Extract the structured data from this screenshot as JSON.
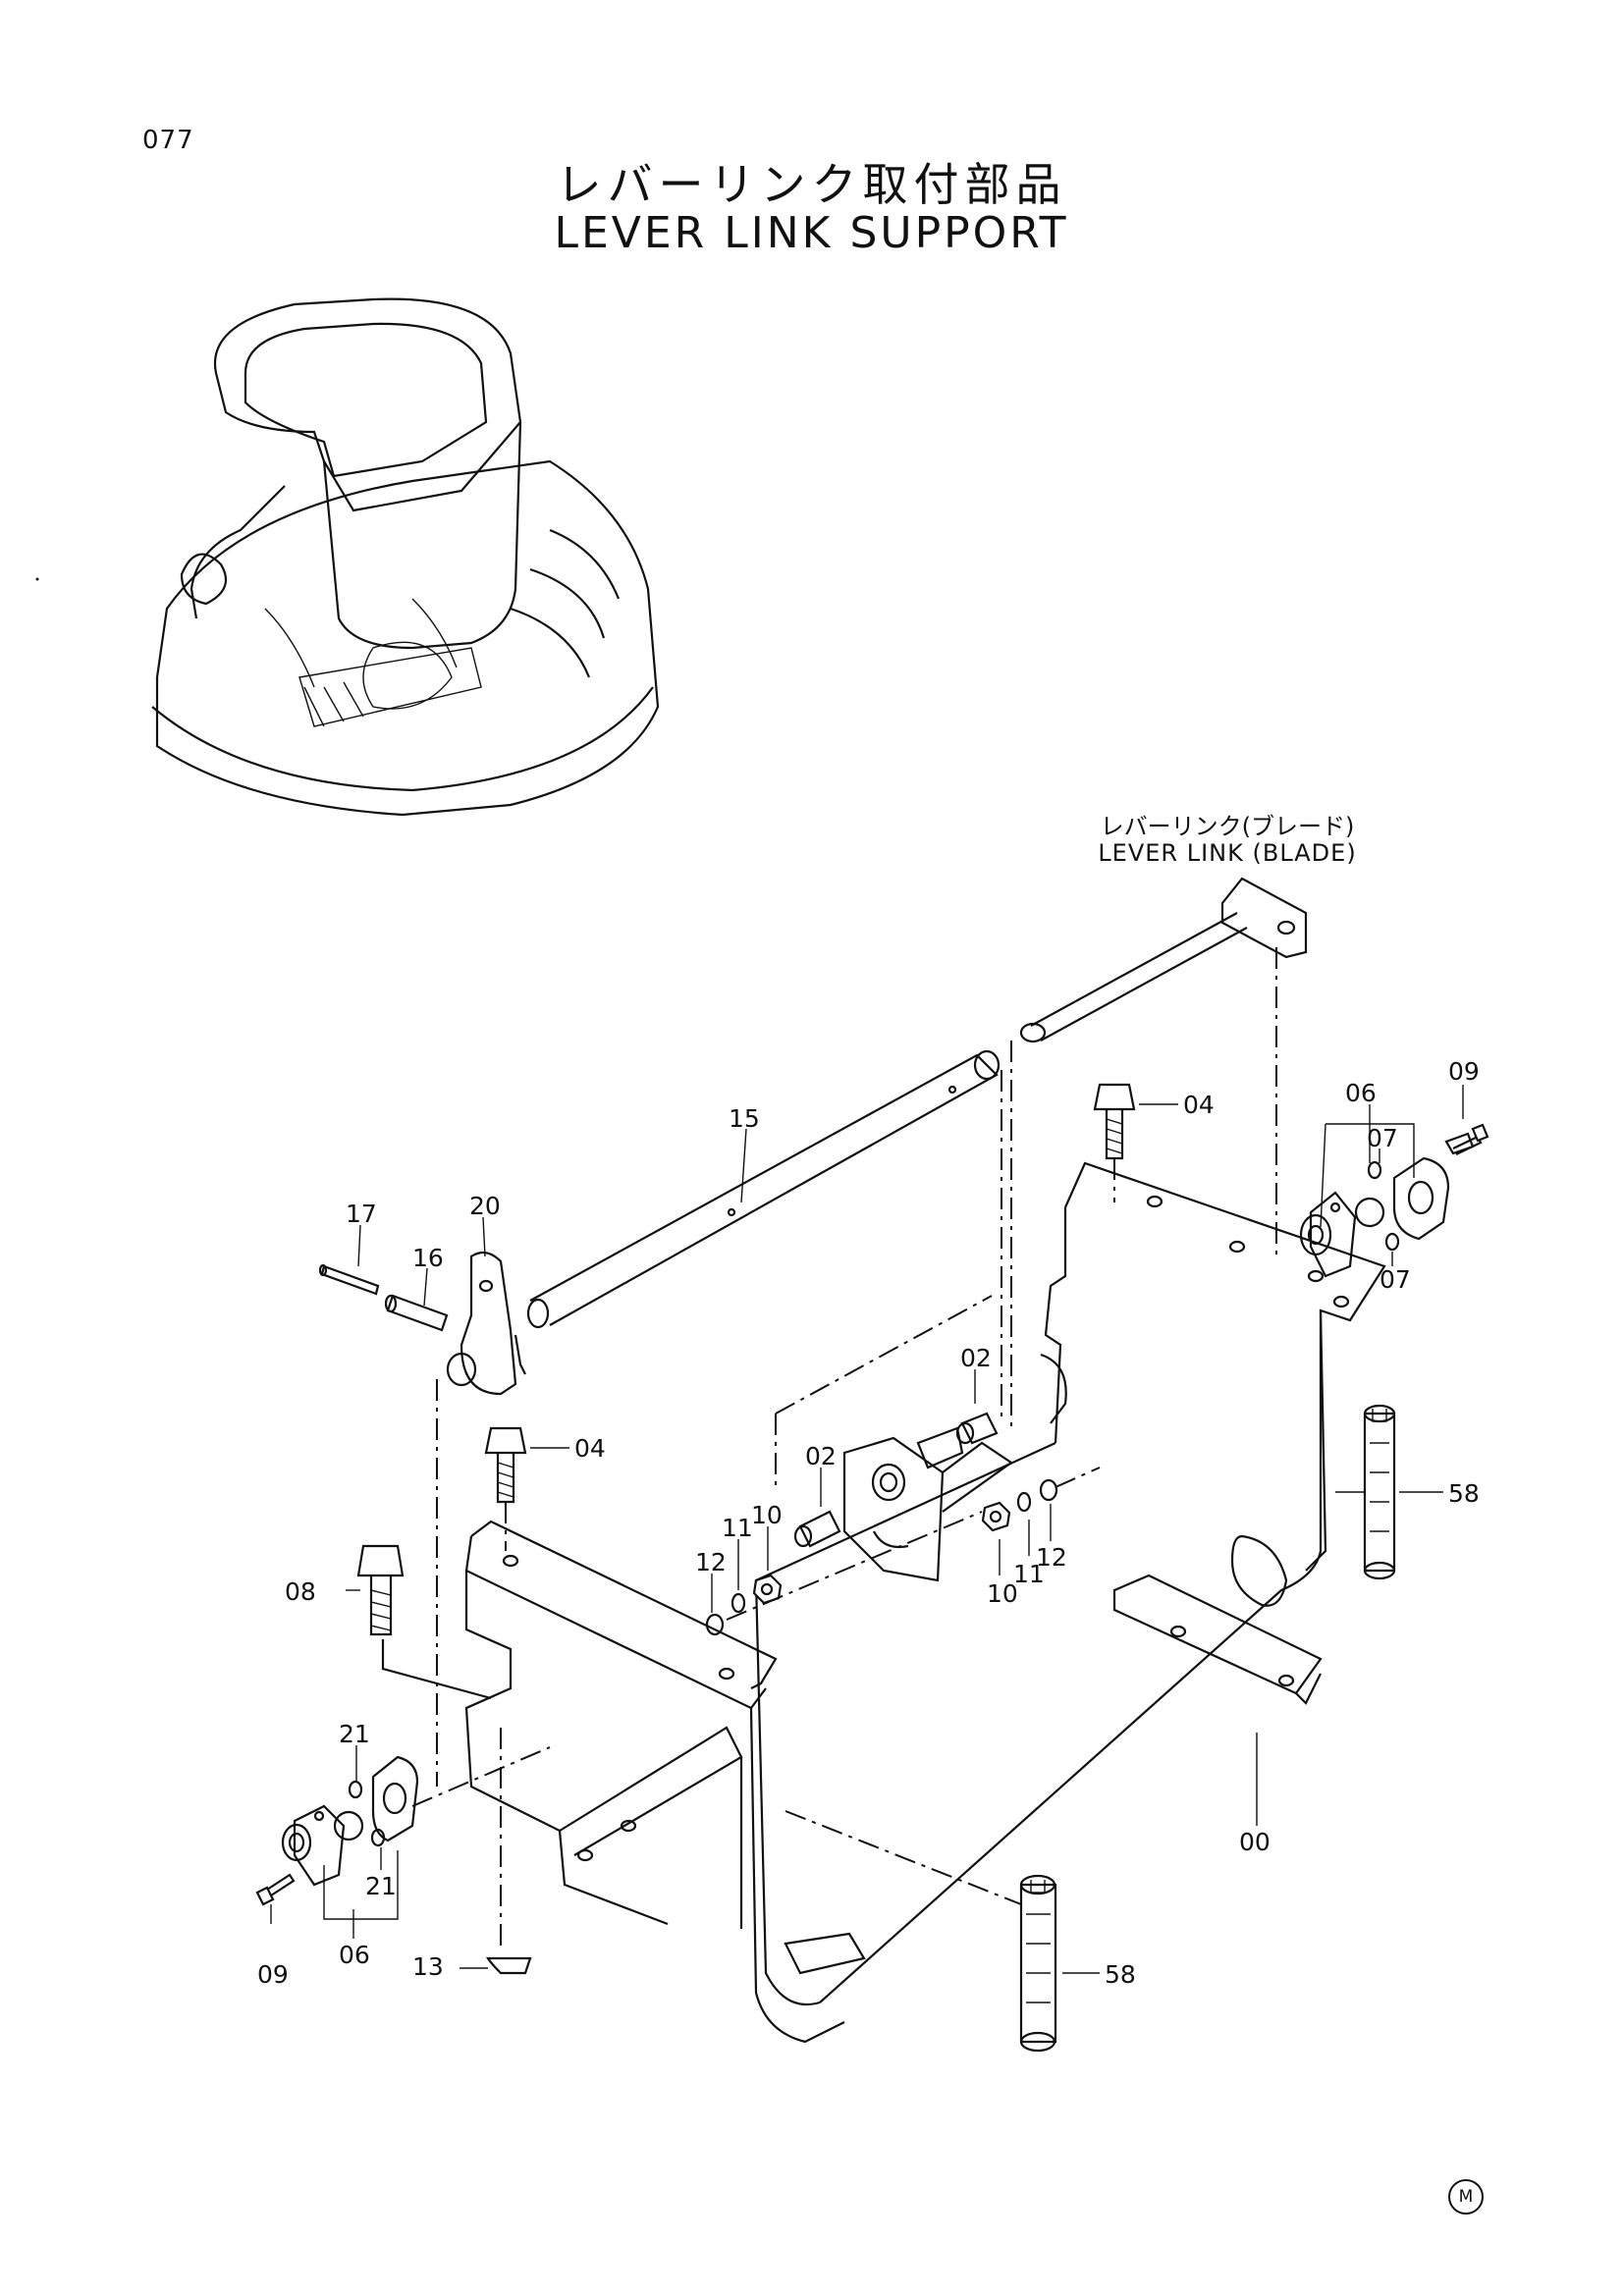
{
  "page": {
    "number": "077"
  },
  "title": {
    "jp": "レバーリンク取付部品",
    "en": "LEVER LINK SUPPORT"
  },
  "callout": {
    "jp": "レバーリンク(ブレード)",
    "en": "LEVER LINK (BLADE)"
  },
  "mark": "M",
  "labels": {
    "p15": "15",
    "p17": "17",
    "p16": "16",
    "p20": "20",
    "p04a": "04",
    "p04b": "04",
    "p06a": "06",
    "p09a": "09",
    "p07a": "07",
    "p07b": "07",
    "p02a": "02",
    "p02b": "02",
    "p10a": "10",
    "p11a": "11",
    "p12a": "12",
    "p10b": "10",
    "p11b": "11",
    "p12b": "12",
    "p08": "08",
    "p58a": "58",
    "p58b": "58",
    "p00": "00",
    "p21a": "21",
    "p21b": "21",
    "p06b": "06",
    "p09b": "09",
    "p13": "13"
  }
}
